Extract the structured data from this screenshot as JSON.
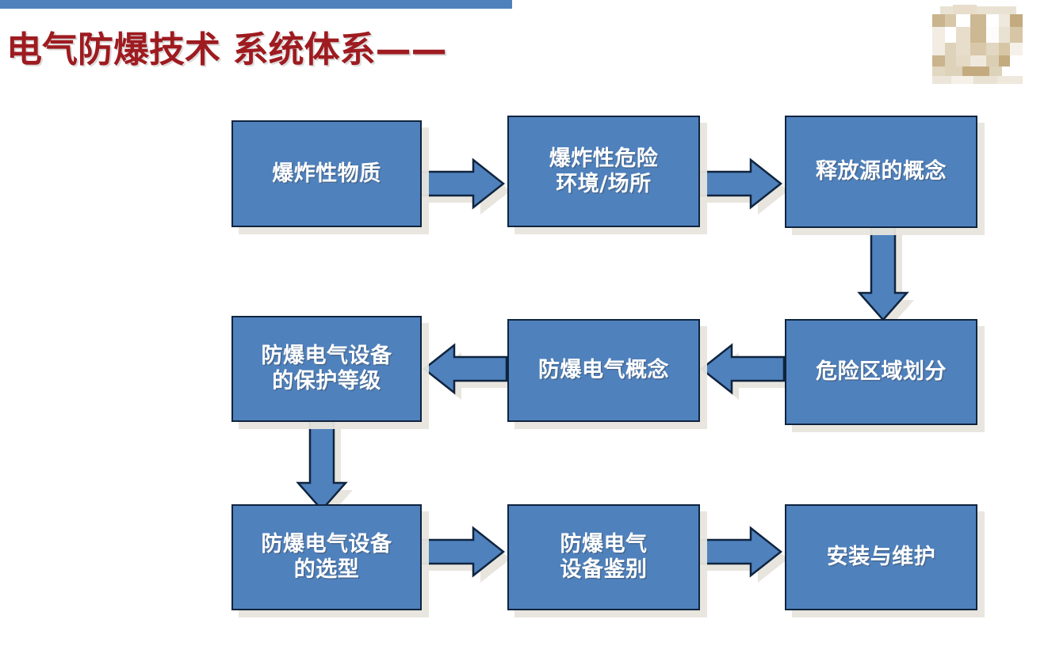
{
  "slide": {
    "title": "电气防爆技术 系统体系——",
    "title_color": "#9e1b20",
    "accent_bar_color": "#4f81bd",
    "background_color": "#ffffff",
    "logo_name": "company-logo-watermark"
  },
  "diagram": {
    "type": "flowchart",
    "node_fill": "#4f81bd",
    "node_border": "#10243e",
    "node_text_color": "#ffffff",
    "arrow_fill": "#4f81bd",
    "arrow_border": "#10243e",
    "nodes": [
      {
        "id": "n1",
        "label": "爆炸性物质",
        "row": 1,
        "col": 1
      },
      {
        "id": "n2",
        "label": "爆炸性危险\n环境/场所",
        "row": 1,
        "col": 2
      },
      {
        "id": "n3",
        "label": "释放源的概念",
        "row": 1,
        "col": 3
      },
      {
        "id": "n4",
        "label": "防爆电气设备\n的保护等级",
        "row": 2,
        "col": 1
      },
      {
        "id": "n5",
        "label": "防爆电气概念",
        "row": 2,
        "col": 2
      },
      {
        "id": "n6",
        "label": "危险区域划分",
        "row": 2,
        "col": 3
      },
      {
        "id": "n7",
        "label": "防爆电气设备\n的选型",
        "row": 3,
        "col": 1
      },
      {
        "id": "n8",
        "label": "防爆电气\n设备鉴别",
        "row": 3,
        "col": 2
      },
      {
        "id": "n9",
        "label": "安装与维护",
        "row": 3,
        "col": 3
      }
    ],
    "edges": [
      {
        "from": "n1",
        "to": "n2",
        "direction": "right"
      },
      {
        "from": "n2",
        "to": "n3",
        "direction": "right"
      },
      {
        "from": "n3",
        "to": "n6",
        "direction": "down"
      },
      {
        "from": "n6",
        "to": "n5",
        "direction": "left"
      },
      {
        "from": "n5",
        "to": "n4",
        "direction": "left"
      },
      {
        "from": "n4",
        "to": "n7",
        "direction": "down"
      },
      {
        "from": "n7",
        "to": "n8",
        "direction": "right"
      },
      {
        "from": "n8",
        "to": "n9",
        "direction": "right"
      }
    ]
  }
}
